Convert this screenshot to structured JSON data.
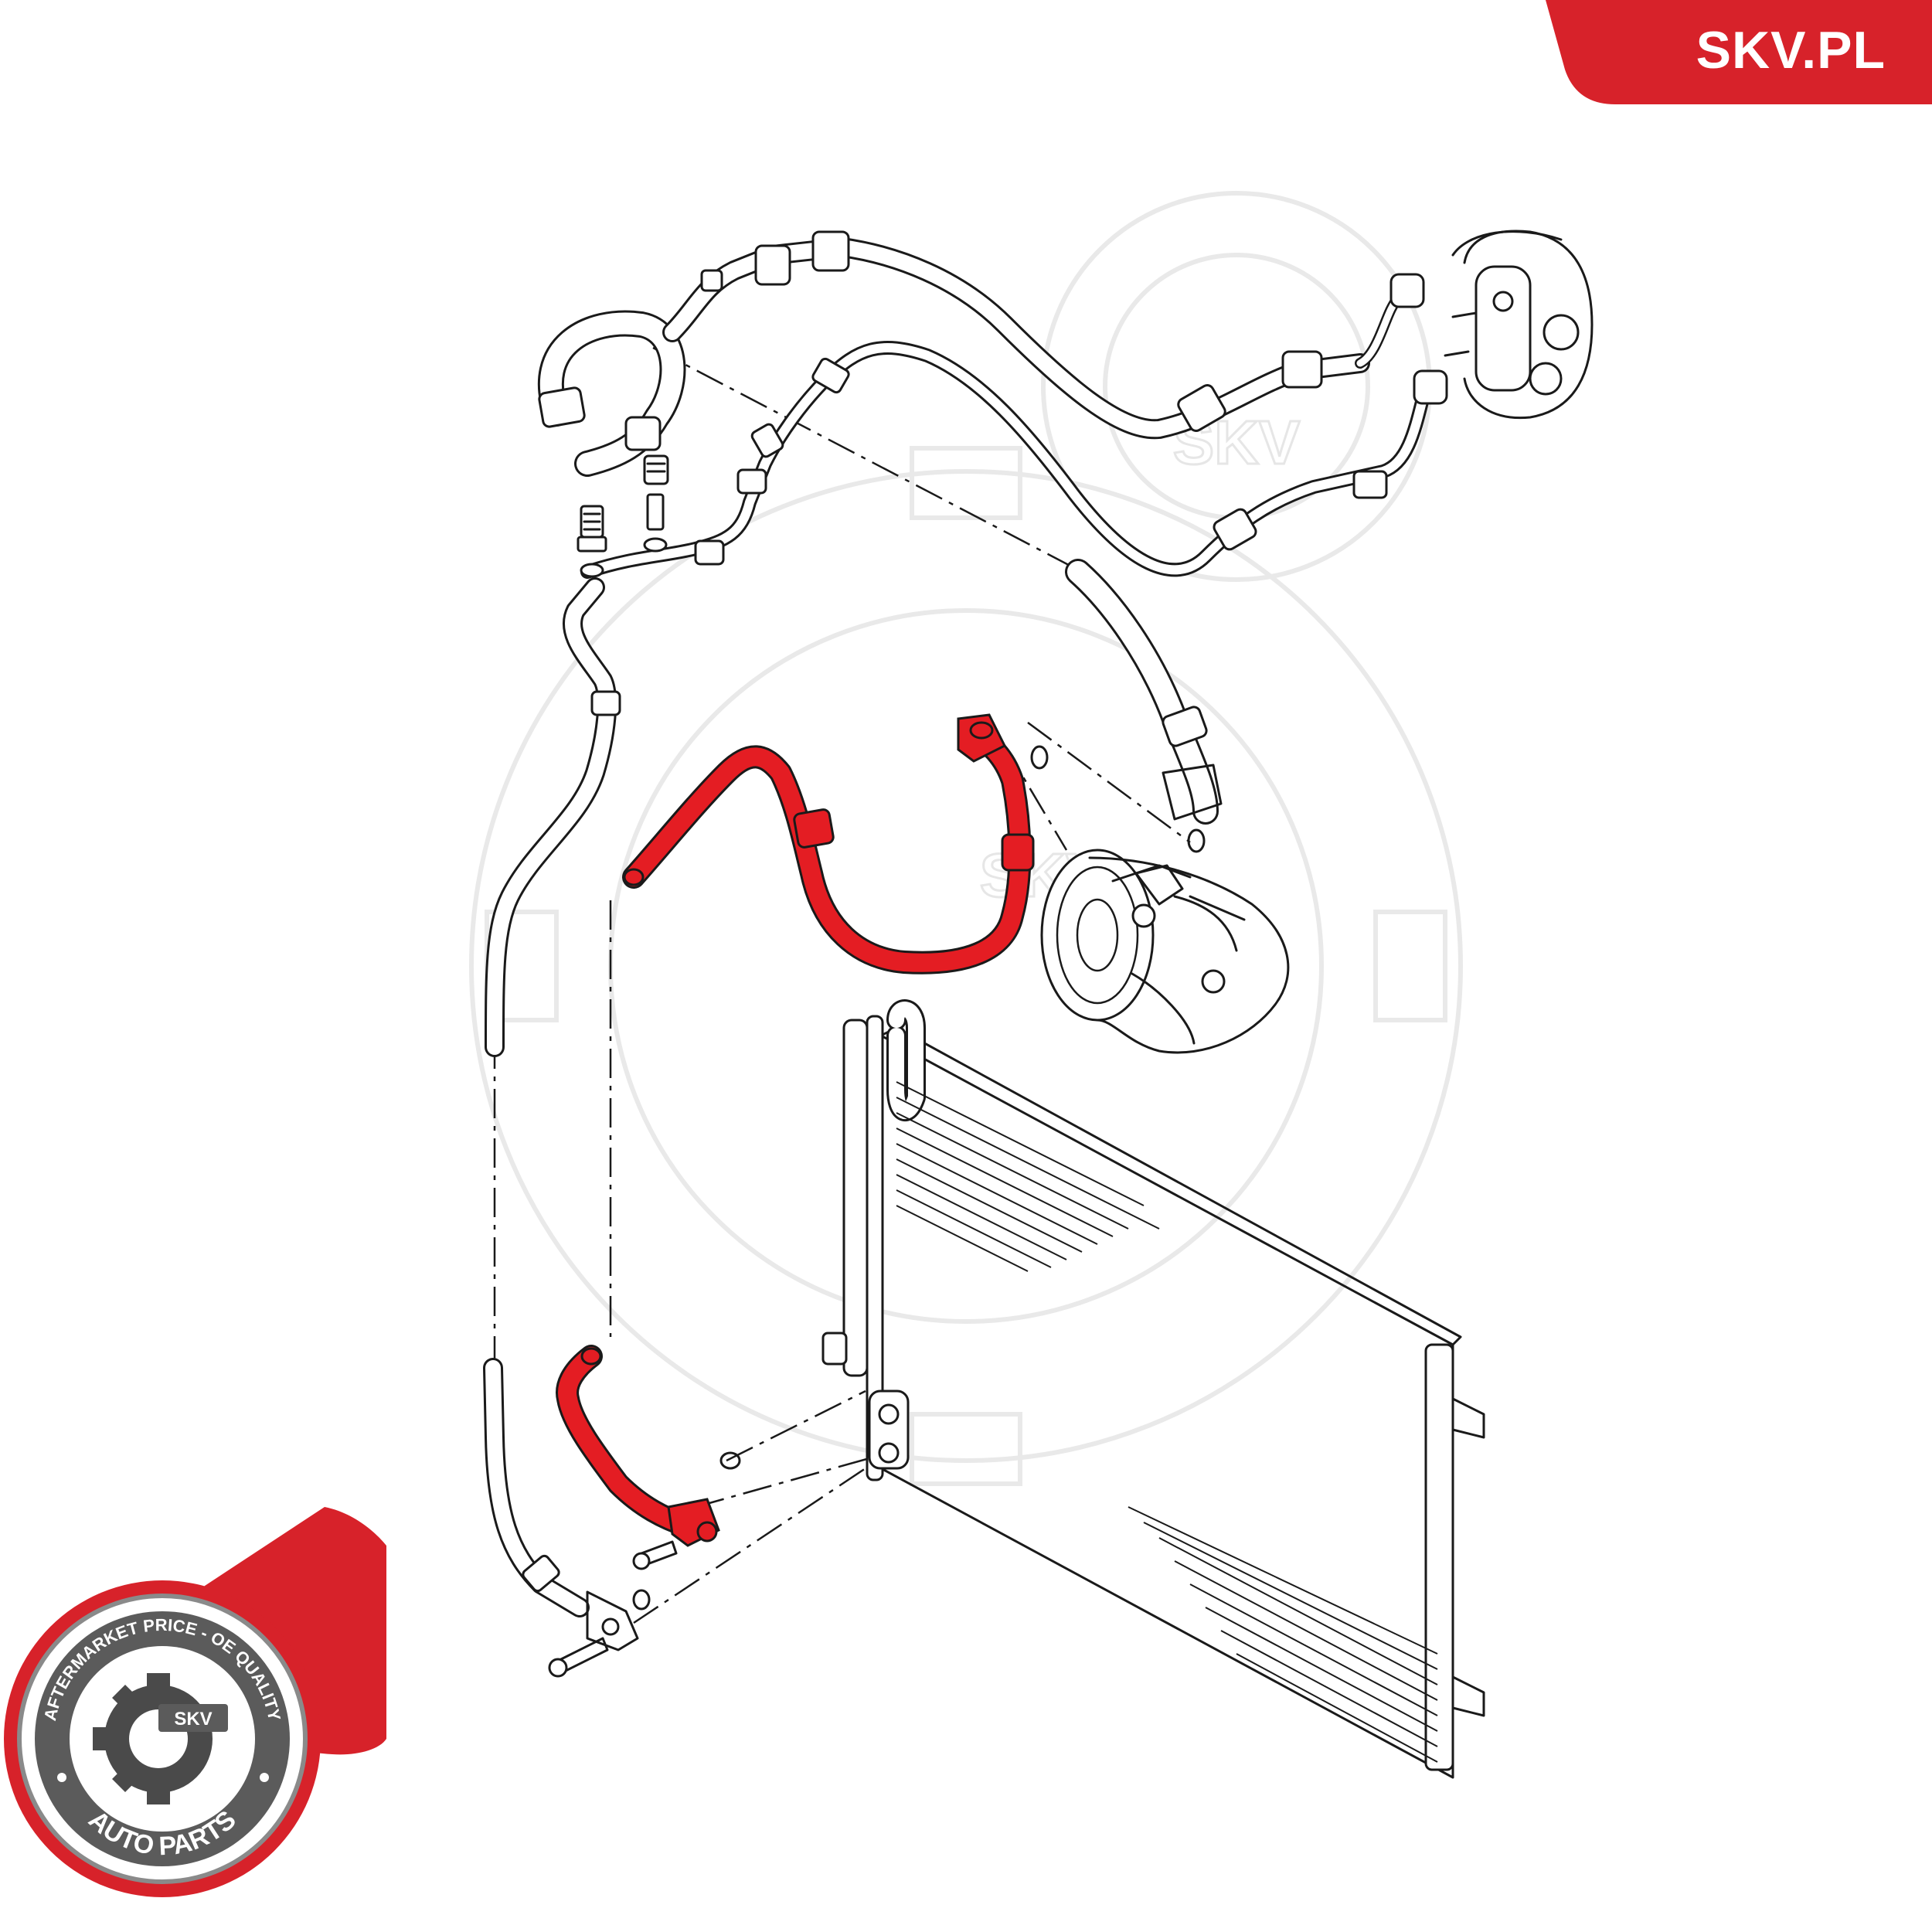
{
  "brand": {
    "site_label": "SKV.PL",
    "accent_color": "#d7222a",
    "highlight_color": "#e41d23"
  },
  "badge": {
    "top_arc_text": "AFTERMARKET PRICE - OE QUALITY",
    "bottom_arc_text": "AUTO PARTS",
    "center_label": "SKV"
  },
  "watermark": {
    "label": "SKV"
  },
  "diagram": {
    "highlighted_parts": [
      "upper-high-pressure-hose",
      "lower-condenser-hose"
    ],
    "components": [
      "compressor",
      "condenser",
      "pressure-switch",
      "service-valve",
      "firewall-connector",
      "suction-line",
      "liquid-line",
      "bolts",
      "o-rings"
    ]
  }
}
